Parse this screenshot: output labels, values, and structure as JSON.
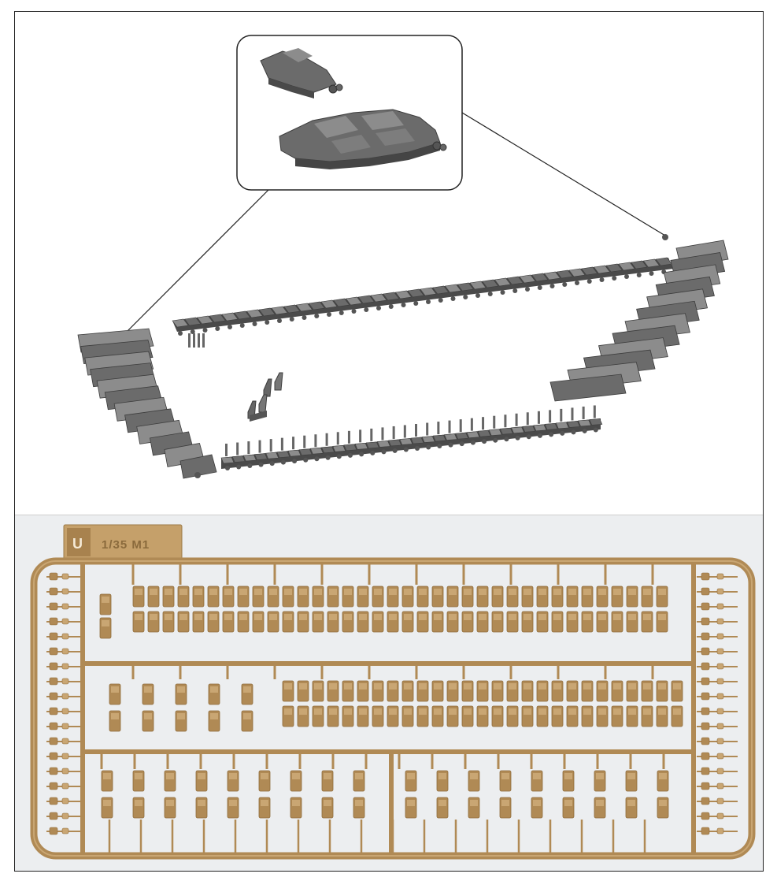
{
  "image": {
    "description_top": "3d-render-track-links",
    "description_bottom": "sprue-photo"
  },
  "sprue": {
    "tag_letter": "U",
    "tag_text": "1/35  M1"
  },
  "colors": {
    "render_gray": "#6b6b6b",
    "render_dark": "#4a4a4a",
    "render_light": "#8c8c8c",
    "sprue_tan": "#b08a55",
    "sprue_dark": "#8f6c3c",
    "sprue_light": "#c9a673",
    "photo_bg": "#eceef0"
  }
}
